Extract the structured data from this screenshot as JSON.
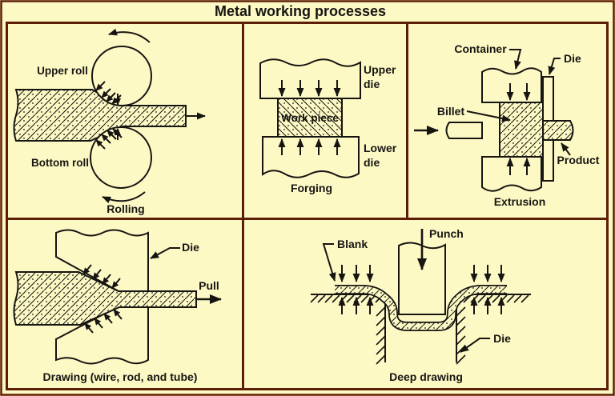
{
  "title": "Metal working processes",
  "colors": {
    "background": "#fcf9c5",
    "frame": "#5e1d07",
    "ink": "#171512"
  },
  "panels": {
    "rolling": {
      "caption": "Rolling",
      "upper_roll": "Upper roll",
      "bottom_roll": "Bottom roll"
    },
    "forging": {
      "caption": "Forging",
      "workpiece": "Work piece",
      "upper_die_lines": [
        "Upper",
        "die"
      ],
      "lower_die_lines": [
        "Lower",
        "die"
      ]
    },
    "extrusion": {
      "caption": "Extrusion",
      "container": "Container",
      "die": "Die",
      "billet": "Billet",
      "product": "Product"
    },
    "drawing": {
      "caption": "Drawing (wire, rod, and tube)",
      "die": "Die",
      "pull": "Pull"
    },
    "deep_drawing": {
      "caption": "Deep drawing",
      "blank": "Blank",
      "punch": "Punch",
      "die": "Die"
    }
  }
}
